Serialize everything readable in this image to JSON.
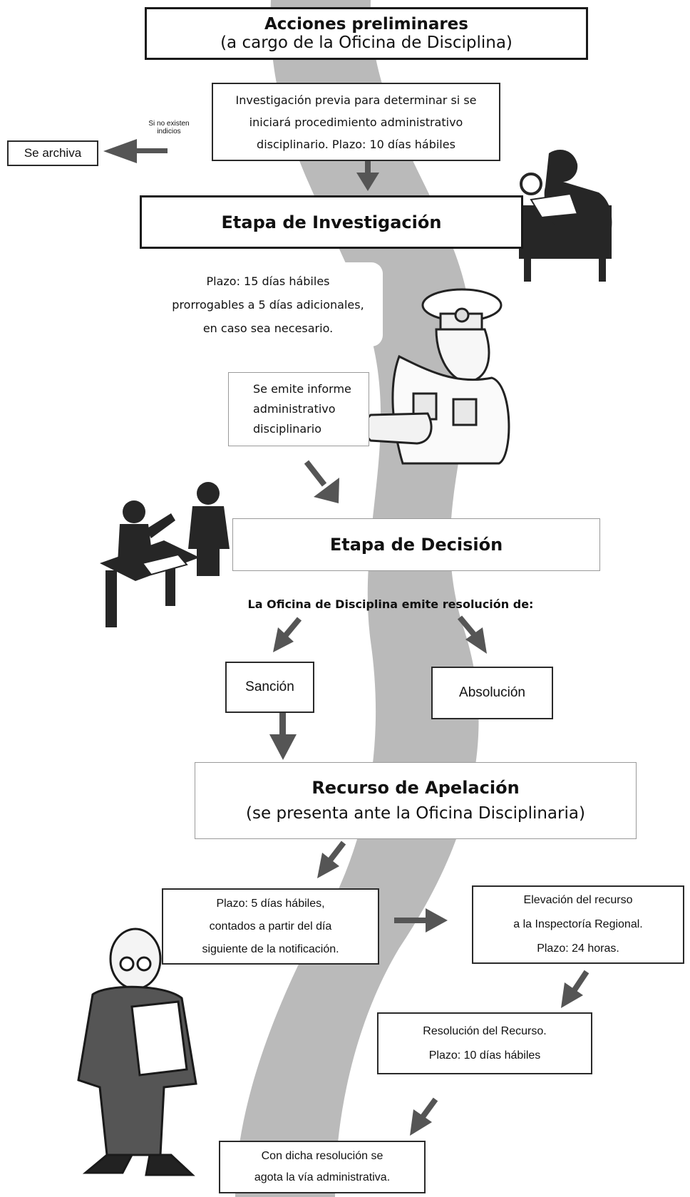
{
  "acciones": {
    "title": "Acciones preliminares",
    "subtitle": "(a cargo de la Oficina de Disciplina)"
  },
  "investigacion_previa": {
    "lines": [
      "Investigación previa para determinar si se",
      "iniciará procedimiento administrativo",
      "disciplinario. Plazo: 10 días hábiles"
    ]
  },
  "archivo": {
    "label": "Se archiva",
    "condition_lines": [
      "Si no existen",
      "indicios"
    ]
  },
  "etapa_investigacion": {
    "title": "Etapa de Investigación"
  },
  "plazo_investigacion": {
    "lines": [
      "Plazo: 15 días hábiles",
      "prorrogables a 5 días adicionales,",
      "en caso sea necesario."
    ]
  },
  "informe": {
    "lines": [
      "Se emite informe",
      "administrativo",
      "disciplinario"
    ]
  },
  "etapa_decision": {
    "title": "Etapa de Decisión"
  },
  "resolucion_intro": "La Oficina de Disciplina emite resolución de:",
  "sancion": "Sanción",
  "absolucion": "Absolución",
  "recurso": {
    "title": "Recurso de Apelación",
    "subtitle": "(se presenta ante la Oficina Disciplinaria)"
  },
  "plazo_apelacion": {
    "lines": [
      "Plazo: 5 días hábiles,",
      "contados a partir del día",
      "siguiente de la notificación."
    ]
  },
  "elevacion": {
    "lines": [
      "Elevación del recurso",
      "a la Inspectoría Regional.",
      "Plazo: 24 horas."
    ]
  },
  "resolucion_recurso": {
    "lines": [
      "Resolución del Recurso.",
      "Plazo: 10 días hábiles"
    ]
  },
  "final": {
    "lines": [
      "Con dicha resolución se",
      "agota la vía administrativa."
    ]
  },
  "colors": {
    "road": "#b9b9b9",
    "arrow": "#555555",
    "figure": "#2b2b2b"
  },
  "icons": [
    "investigator-at-desk-icon",
    "police-officer-icon",
    "judge-and-person-icon",
    "bald-man-reading-icon"
  ]
}
